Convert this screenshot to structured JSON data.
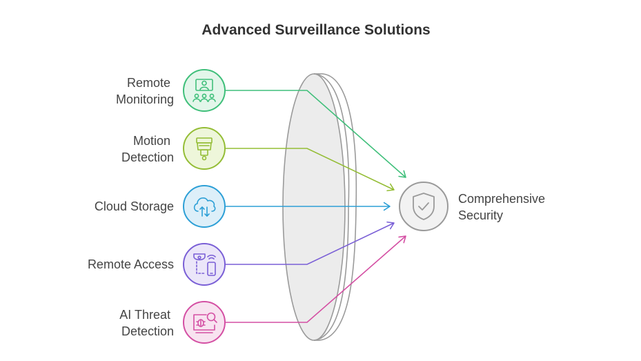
{
  "title": "Advanced Surveillance Solutions",
  "inputs": [
    {
      "label_lines": [
        "Remote",
        "Monitoring"
      ],
      "icon": "monitoring-icon",
      "color": "#3fbf7a",
      "fill": "#e3f6ea"
    },
    {
      "label_lines": [
        "Motion",
        "Detection"
      ],
      "icon": "motion-sensor-icon",
      "color": "#94bd35",
      "fill": "#eef6da"
    },
    {
      "label_lines": [
        "Cloud Storage"
      ],
      "icon": "cloud-upload-icon",
      "color": "#2c9fd6",
      "fill": "#ddeff9"
    },
    {
      "label_lines": [
        "Remote Access"
      ],
      "icon": "camera-phone-icon",
      "color": "#7a5fd6",
      "fill": "#ebe6f9"
    },
    {
      "label_lines": [
        "AI Threat",
        "Detection"
      ],
      "icon": "bug-search-icon",
      "color": "#d44fa3",
      "fill": "#f8e3f0"
    }
  ],
  "output": {
    "label_lines": [
      "Comprehensive",
      "Security"
    ],
    "icon": "shield-check-icon",
    "color": "#9a9a9a",
    "fill": "#f2f2f2"
  },
  "lens_color": "#a0a0a0"
}
